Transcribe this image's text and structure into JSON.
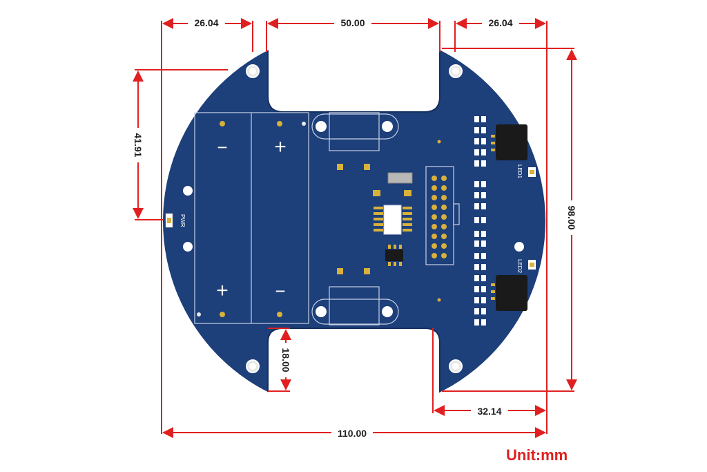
{
  "colors": {
    "board": "#1d3f7a",
    "board_edge": "#15305f",
    "dimension_line": "#e02020",
    "unit_label": "#e02020",
    "silkscreen": "#ffffff",
    "gold_pad": "#d8b13a",
    "chip": "#1a1a1a"
  },
  "dimensions": {
    "top_left_width": "26.04",
    "top_center_width": "50.00",
    "top_right_width": "26.04",
    "left_height": "41.91",
    "right_height": "98.00",
    "notch_depth": "18.00",
    "bottom_right_width": "32.14",
    "total_width": "110.00"
  },
  "unit_label": "Unit:mm",
  "silkscreen": {
    "battery_left_top": "−",
    "battery_right_top": "+",
    "battery_left_bottom": "+",
    "battery_right_bottom": "−",
    "pwr_label": "PWR",
    "led1_label": "LED1",
    "led2_label": "LED2"
  }
}
